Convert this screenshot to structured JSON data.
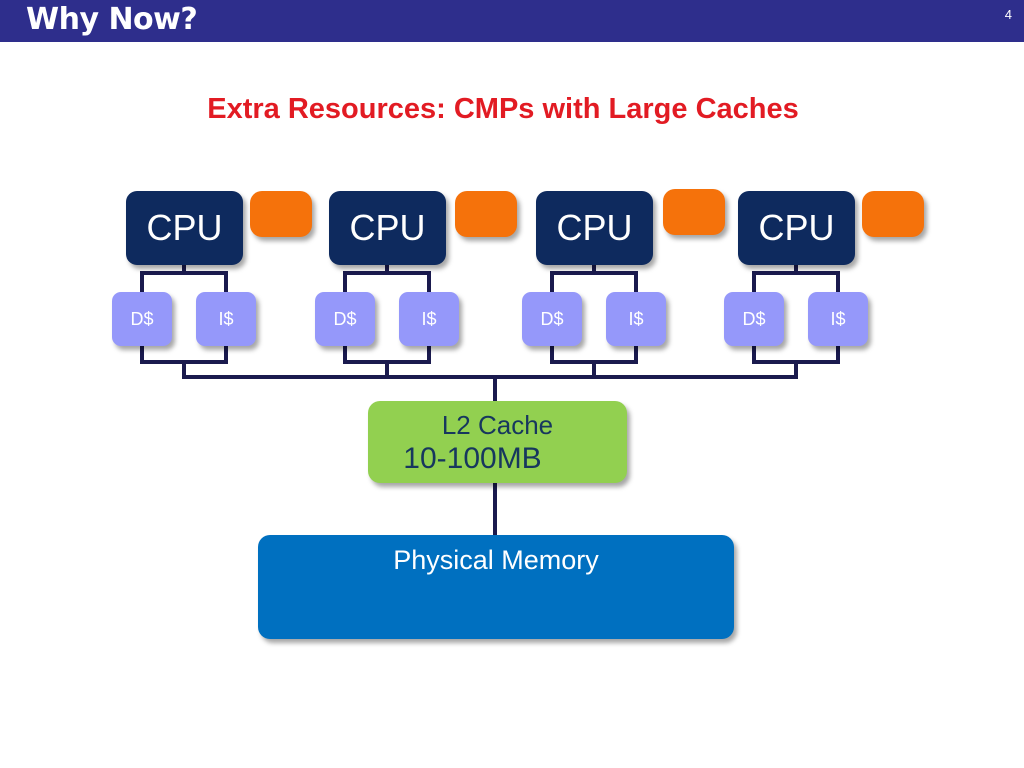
{
  "header": {
    "title": "Why Now?",
    "page_number": "4"
  },
  "subtitle": "Extra Resources: CMPs with Large Caches",
  "diagram": {
    "cpus": [
      {
        "label": "CPU",
        "dcache": "D$",
        "icache": "I$"
      },
      {
        "label": "CPU",
        "dcache": "D$",
        "icache": "I$"
      },
      {
        "label": "CPU",
        "dcache": "D$",
        "icache": "I$"
      },
      {
        "label": "CPU",
        "dcache": "D$",
        "icache": "I$"
      }
    ],
    "l2": {
      "line1": "L2 Cache",
      "line2": "10-100MB"
    },
    "memory": {
      "label": "Physical Memory"
    }
  },
  "colors": {
    "header_bg": "#2e2e8c",
    "subtitle": "#e21b23",
    "cpu": "#0e2a5e",
    "orange_block": "#f5720b",
    "l1_cache": "#9598fa",
    "l2_cache": "#92d050",
    "memory": "#0070c0",
    "wire": "#1a1a4e"
  }
}
